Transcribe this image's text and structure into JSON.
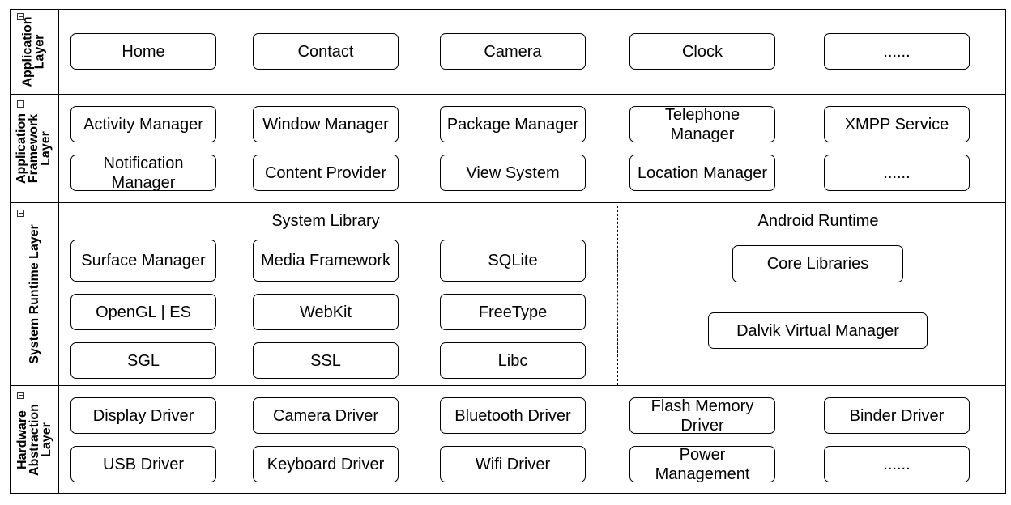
{
  "lanes": {
    "application": {
      "label_line1": "Application",
      "label_line2": "Layer"
    },
    "framework": {
      "label_line1": "Application",
      "label_line2": "Framework",
      "label_line3": "Layer"
    },
    "runtime": {
      "label": "System Runtime Layer"
    },
    "hal": {
      "label_line1": "Hardware",
      "label_line2": "Abstraction",
      "label_line3": "Layer"
    }
  },
  "application_layer": [
    "Home",
    "Contact",
    "Camera",
    "Clock",
    "......"
  ],
  "framework_layer": {
    "row1": [
      "Activity Manager",
      "Window Manager",
      "Package Manager",
      "Telephone Manager",
      "XMPP Service"
    ],
    "row2": [
      "Notification Manager",
      "Content Provider",
      "View System",
      "Location Manager",
      "......"
    ]
  },
  "system_library": {
    "title": "System Library",
    "row1": [
      "Surface Manager",
      "Media Framework",
      "SQLite"
    ],
    "row2": [
      "OpenGL | ES",
      "WebKit",
      "FreeType"
    ],
    "row3": [
      "SGL",
      "SSL",
      "Libc"
    ]
  },
  "android_runtime": {
    "title": "Android Runtime",
    "items": [
      "Core Libraries",
      "Dalvik Virtual Manager"
    ]
  },
  "hal_layer": {
    "row1": [
      "Display Driver",
      "Camera Driver",
      "Bluetooth Driver",
      "Flash Memory Driver",
      "Binder Driver"
    ],
    "row2": [
      "USB Driver",
      "Keyboard Driver",
      "Wifi Driver",
      "Power Management",
      "......"
    ]
  }
}
